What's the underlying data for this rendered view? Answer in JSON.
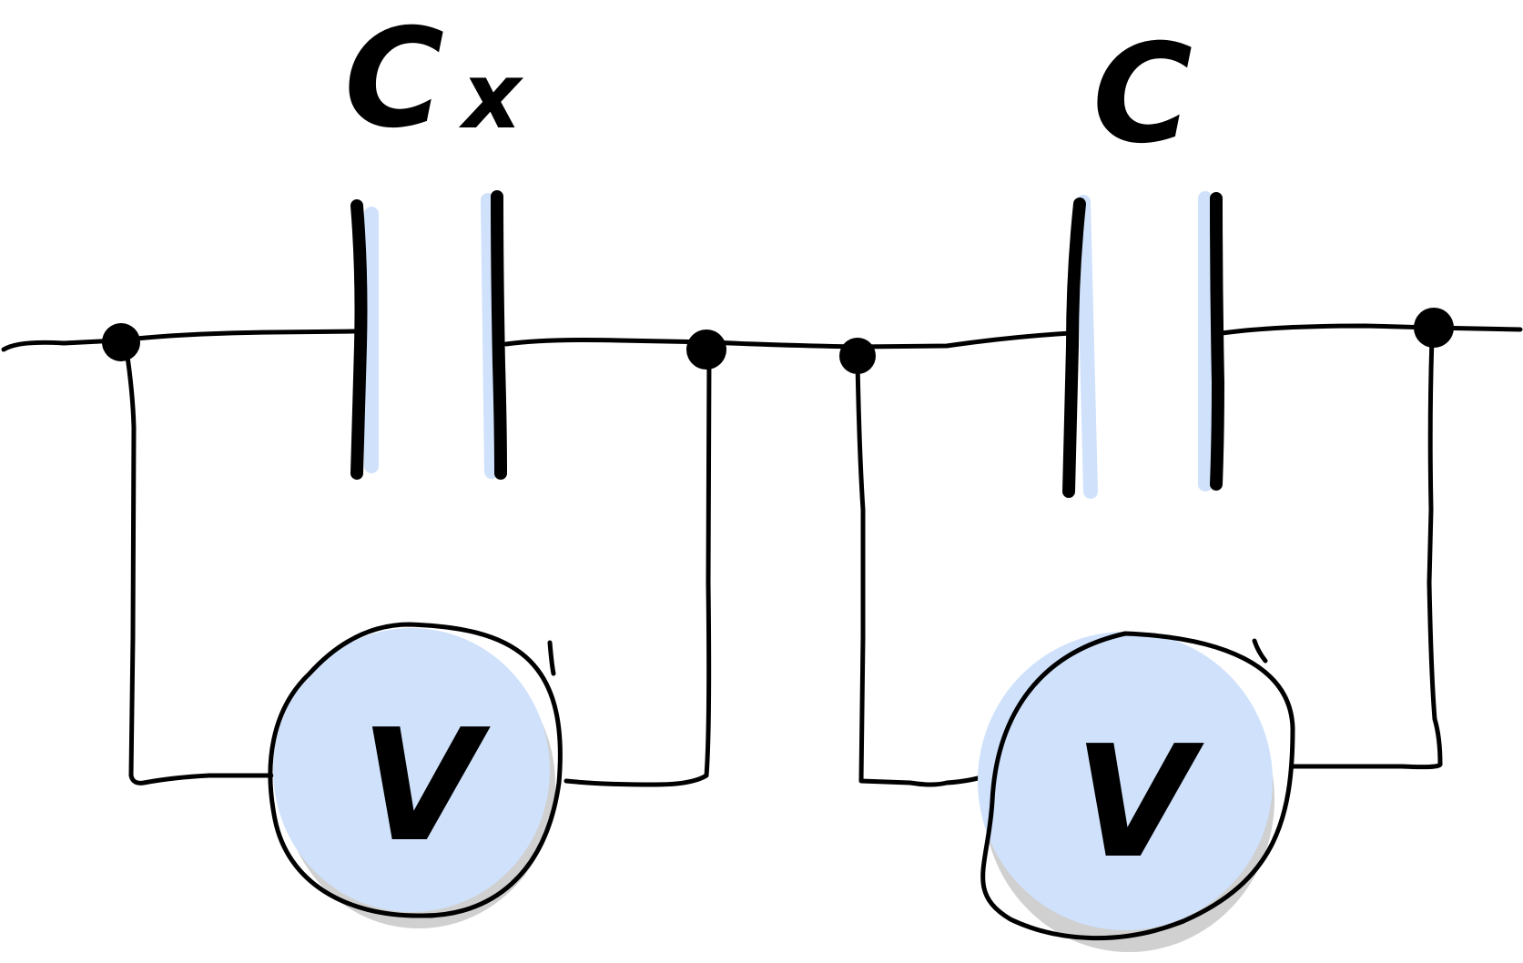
{
  "labels": {
    "capacitor_unknown": {
      "main": "C",
      "subscript": "x"
    },
    "capacitor_known": {
      "main": "C"
    },
    "voltmeter_left": "V",
    "voltmeter_right": "V"
  },
  "colors": {
    "ink": "#000000",
    "highlight": "#cfe1fb",
    "shadow": "#d0d0d0",
    "background": "#ffffff"
  }
}
